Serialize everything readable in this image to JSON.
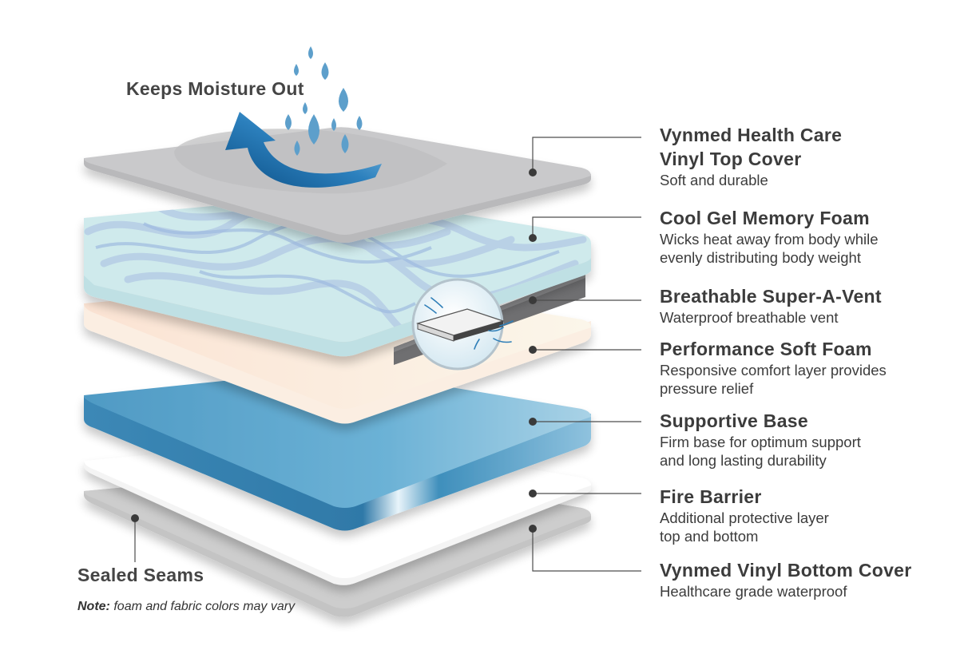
{
  "callout_top": "Keeps Moisture Out",
  "callout_bottom": "Sealed Seams",
  "note": {
    "label": "Note:",
    "text": "foam and fabric colors may vary"
  },
  "layers": [
    {
      "title_lines": [
        "Vynmed Health Care",
        "Vinyl Top Cover"
      ],
      "desc_lines": [
        "Soft and durable"
      ]
    },
    {
      "title_lines": [
        "Cool Gel Memory Foam"
      ],
      "desc_lines": [
        "Wicks heat away from body while",
        "evenly distributing body weight"
      ]
    },
    {
      "title_lines": [
        "Breathable Super-A-Vent"
      ],
      "desc_lines": [
        "Waterproof breathable vent"
      ]
    },
    {
      "title_lines": [
        "Performance Soft Foam"
      ],
      "desc_lines": [
        "Responsive comfort layer provides",
        "pressure relief"
      ]
    },
    {
      "title_lines": [
        "Supportive Base"
      ],
      "desc_lines": [
        "Firm base for optimum support",
        "and long lasting durability"
      ]
    },
    {
      "title_lines": [
        "Fire Barrier"
      ],
      "desc_lines": [
        "Additional protective layer",
        "top and bottom"
      ]
    },
    {
      "title_lines": [
        "Vynmed Vinyl Bottom Cover"
      ],
      "desc_lines": [
        "Healthcare grade waterproof"
      ]
    }
  ],
  "colors": {
    "vinyl": "#c9c9cb",
    "gel": "#cfeaec",
    "vent": "#6f6f71",
    "soft_foam": "#fbf1e6",
    "base": "#5fa8cc",
    "fire_barrier": "#ffffff",
    "bottom_cover": "#c4c4c4",
    "droplet": "#5d9fcb",
    "leader": "#4d4d4d"
  },
  "icons": [
    "water-drop-icon",
    "arrow-icon",
    "vent-magnifier-icon"
  ]
}
